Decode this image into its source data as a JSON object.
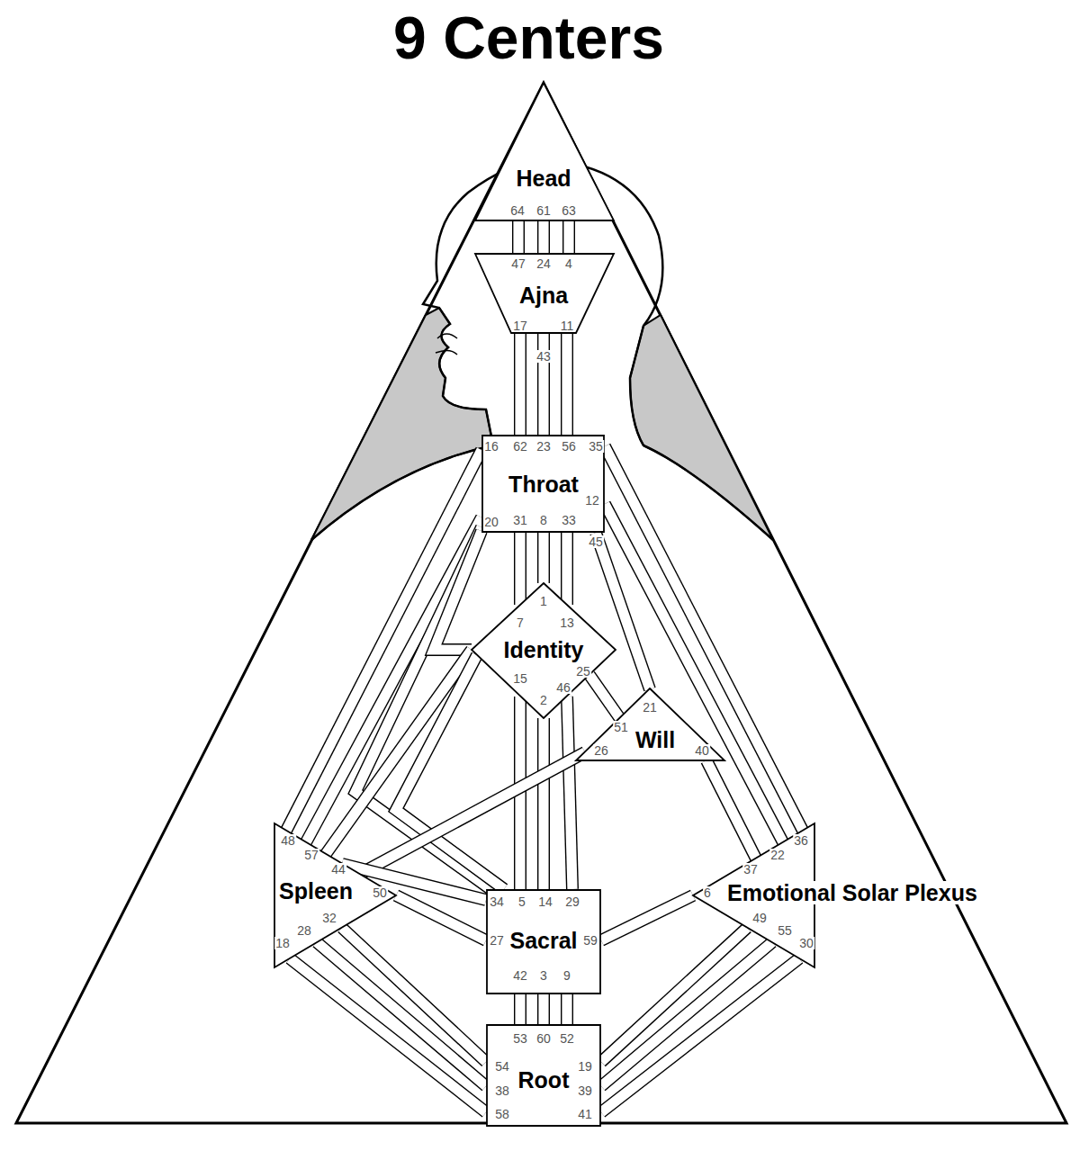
{
  "diagram": {
    "title": "9 Centers",
    "nodes": [
      {
        "text": [
          "Head"
        ]
      },
      {
        "text": [
          "Ajna"
        ]
      },
      {
        "text": [
          "Throat"
        ]
      },
      {
        "text": [
          "Identity"
        ]
      },
      {
        "text": [
          "Will"
        ]
      },
      {
        "text": [
          "Spleen"
        ]
      },
      {
        "text": [
          "Emotional Solar Plexus"
        ]
      },
      {
        "text": [
          "Sacral"
        ]
      },
      {
        "text": [
          "Root"
        ]
      }
    ],
    "edges": [
      {
        "from": 0,
        "to": 1,
        "arrow": "none"
      },
      {
        "from": 0,
        "to": 1,
        "arrow": "none"
      },
      {
        "from": 0,
        "to": 1,
        "arrow": "none"
      },
      {
        "from": 1,
        "to": 2,
        "arrow": "none"
      },
      {
        "from": 1,
        "to": 2,
        "arrow": "none"
      },
      {
        "from": 1,
        "to": 2,
        "arrow": "none"
      },
      {
        "from": 2,
        "to": 5,
        "arrow": "none"
      },
      {
        "from": 2,
        "to": 5,
        "arrow": "none"
      },
      {
        "from": 2,
        "to": 7,
        "arrow": "none"
      },
      {
        "from": 2,
        "to": 3,
        "arrow": "none"
      },
      {
        "from": 2,
        "to": 3,
        "arrow": "none"
      },
      {
        "from": 2,
        "to": 3,
        "arrow": "none"
      },
      {
        "from": 2,
        "to": 3,
        "arrow": "none"
      },
      {
        "from": 2,
        "to": 4,
        "arrow": "none"
      },
      {
        "from": 2,
        "to": 6,
        "arrow": "none"
      },
      {
        "from": 2,
        "to": 6,
        "arrow": "none"
      },
      {
        "from": 3,
        "to": 5,
        "arrow": "none"
      },
      {
        "from": 3,
        "to": 7,
        "arrow": "none"
      },
      {
        "from": 3,
        "to": 7,
        "arrow": "none"
      },
      {
        "from": 3,
        "to": 7,
        "arrow": "none"
      },
      {
        "from": 3,
        "to": 7,
        "arrow": "none"
      },
      {
        "from": 3,
        "to": 4,
        "arrow": "none"
      },
      {
        "from": 4,
        "to": 5,
        "arrow": "none"
      },
      {
        "from": 4,
        "to": 6,
        "arrow": "none"
      },
      {
        "from": 5,
        "to": 7,
        "arrow": "none"
      },
      {
        "from": 5,
        "to": 8,
        "arrow": "none"
      },
      {
        "from": 5,
        "to": 8,
        "arrow": "none"
      },
      {
        "from": 5,
        "to": 8,
        "arrow": "none"
      },
      {
        "from": 7,
        "to": 5,
        "arrow": "none"
      },
      {
        "from": 7,
        "to": 6,
        "arrow": "none"
      },
      {
        "from": 7,
        "to": 8,
        "arrow": "none"
      },
      {
        "from": 7,
        "to": 8,
        "arrow": "none"
      },
      {
        "from": 7,
        "to": 8,
        "arrow": "none"
      },
      {
        "from": 8,
        "to": 6,
        "arrow": "none"
      },
      {
        "from": 8,
        "to": 6,
        "arrow": "none"
      },
      {
        "from": 8,
        "to": 6,
        "arrow": "none"
      }
    ],
    "labels": [
      "64",
      "61",
      "63",
      "47",
      "24",
      "4",
      "17",
      "11",
      "43",
      "16",
      "62",
      "23",
      "56",
      "35",
      "12",
      "20",
      "31",
      "8",
      "33",
      "45",
      "1",
      "7",
      "13",
      "15",
      "2",
      "46",
      "25",
      "21",
      "51",
      "26",
      "40",
      "48",
      "57",
      "44",
      "50",
      "32",
      "28",
      "18",
      "36",
      "22",
      "37",
      "6",
      "49",
      "55",
      "30",
      "34",
      "5",
      "14",
      "29",
      "27",
      "59",
      "42",
      "3",
      "9",
      "53",
      "60",
      "52",
      "54",
      "38",
      "58",
      "19",
      "39",
      "41"
    ]
  }
}
